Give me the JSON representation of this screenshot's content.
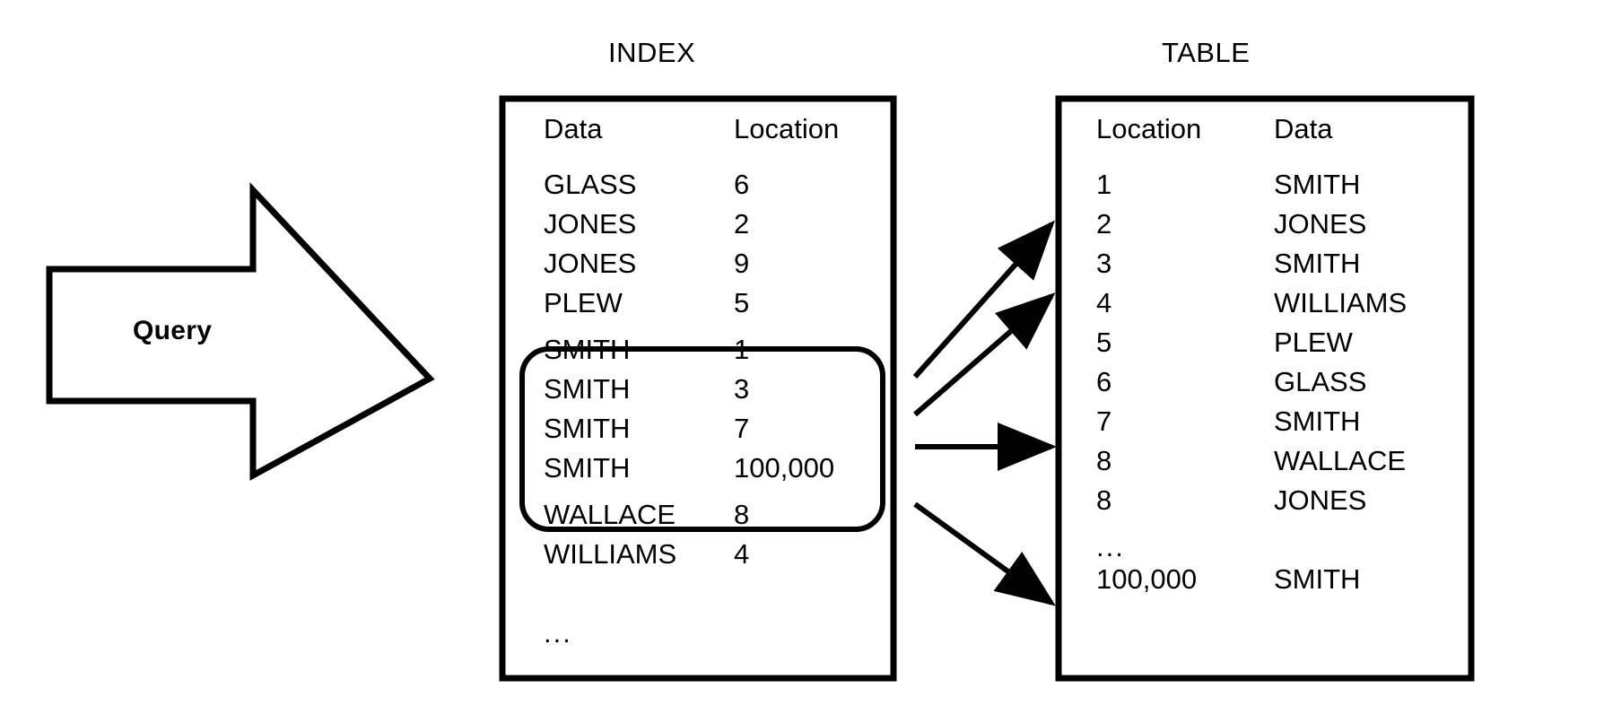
{
  "diagram": {
    "title_index": "INDEX",
    "title_table": "TABLE",
    "query_label": "Query",
    "ellipsis": "...",
    "stroke_color": "#000000",
    "background_color": "#ffffff"
  },
  "index_panel": {
    "title": "INDEX",
    "columns": [
      "Data",
      "Location"
    ],
    "rows": [
      {
        "data": "GLASS",
        "location": "6",
        "highlighted": false
      },
      {
        "data": "JONES",
        "location": "2",
        "highlighted": false
      },
      {
        "data": "JONES",
        "location": "9",
        "highlighted": false
      },
      {
        "data": "PLEW",
        "location": "5",
        "highlighted": false
      },
      {
        "data": "SMITH",
        "location": "1",
        "highlighted": true
      },
      {
        "data": "SMITH",
        "location": "3",
        "highlighted": true
      },
      {
        "data": "SMITH",
        "location": "7",
        "highlighted": true
      },
      {
        "data": "SMITH",
        "location": "100,000",
        "highlighted": true
      },
      {
        "data": "WALLACE",
        "location": "8",
        "highlighted": false
      },
      {
        "data": "WILLIAMS",
        "location": "4",
        "highlighted": false
      },
      {
        "data": "...",
        "location": "",
        "highlighted": false
      }
    ]
  },
  "table_panel": {
    "title": "TABLE",
    "columns": [
      "Location",
      "Data"
    ],
    "rows": [
      {
        "location": "1",
        "data": "SMITH"
      },
      {
        "location": "2",
        "data": "JONES"
      },
      {
        "location": "3",
        "data": "SMITH"
      },
      {
        "location": "4",
        "data": "WILLIAMS"
      },
      {
        "location": "5",
        "data": "PLEW"
      },
      {
        "location": "6",
        "data": "GLASS"
      },
      {
        "location": "7",
        "data": "SMITH"
      },
      {
        "location": "8",
        "data": "WALLACE"
      },
      {
        "location": "8",
        "data": "JONES"
      },
      {
        "location": "...",
        "data": ""
      },
      {
        "location": "100,000",
        "data": "SMITH"
      }
    ]
  },
  "connectors": [
    {
      "from_row": "SMITH / 1",
      "to_row": "1 / SMITH"
    },
    {
      "from_row": "SMITH / 3",
      "to_row": "3 / SMITH"
    },
    {
      "from_row": "SMITH / 7",
      "to_row": "7 / SMITH"
    },
    {
      "from_row": "SMITH / 100,000",
      "to_row": "100,000 / SMITH"
    }
  ]
}
